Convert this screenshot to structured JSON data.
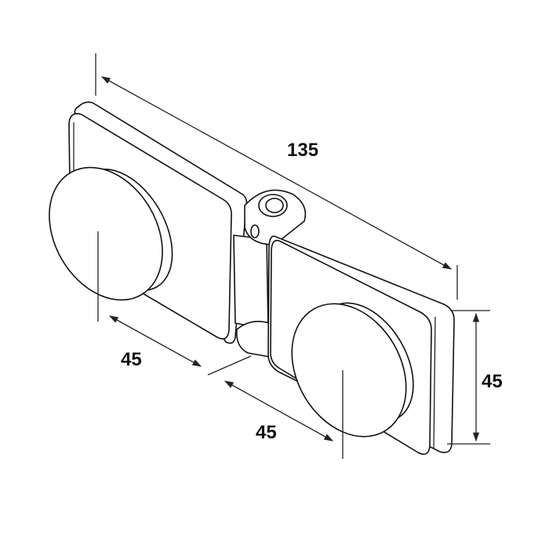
{
  "drawing": {
    "dimensions": {
      "overall_length": "135",
      "pad_width_left": "45",
      "pad_width_right": "45",
      "pad_height": "45"
    },
    "colors": {
      "line": "#111111",
      "background": "#ffffff"
    }
  }
}
